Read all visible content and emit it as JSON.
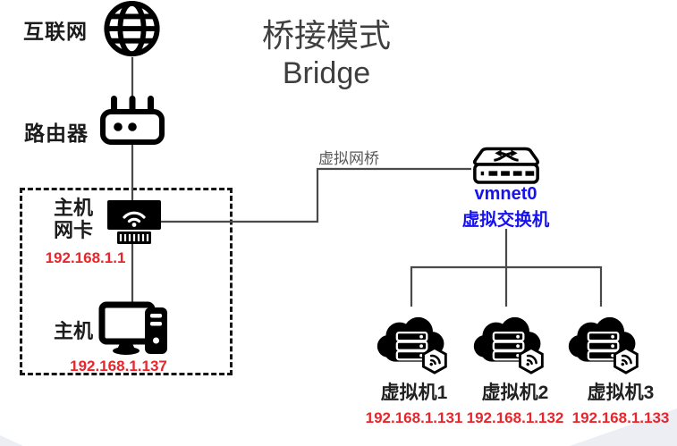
{
  "title": {
    "line1": "桥接模式",
    "line2": "Bridge"
  },
  "nodes": {
    "internet": {
      "label": "互联网",
      "icon": "globe-icon"
    },
    "router": {
      "label": "路由器",
      "icon": "router-icon"
    },
    "nic": {
      "label_line1": "主机",
      "label_line2": "网卡",
      "ip": "192.168.1.1",
      "icon": "network-card-icon"
    },
    "host": {
      "label": "主机",
      "ip": "192.168.1.137",
      "icon": "desktop-computer-icon"
    },
    "bridge": {
      "label": "虚拟网桥"
    },
    "switch": {
      "name": "vmnet0",
      "label": "虚拟交换机",
      "icon": "network-switch-icon"
    },
    "vms": [
      {
        "label": "虚拟机1",
        "ip": "192.168.1.131",
        "icon": "vm-cloud-icon"
      },
      {
        "label": "虚拟机2",
        "ip": "192.168.1.132",
        "icon": "vm-cloud-icon"
      },
      {
        "label": "虚拟机3",
        "ip": "192.168.1.133",
        "icon": "vm-cloud-icon"
      }
    ]
  },
  "colors": {
    "label-dark": "#1c1c1c",
    "ip-red": "#e8262c",
    "switch-blue": "#1712f0",
    "title-gray": "#3f3f3f",
    "bridge-gray": "#595959",
    "line-gray": "#4a4a4a"
  }
}
